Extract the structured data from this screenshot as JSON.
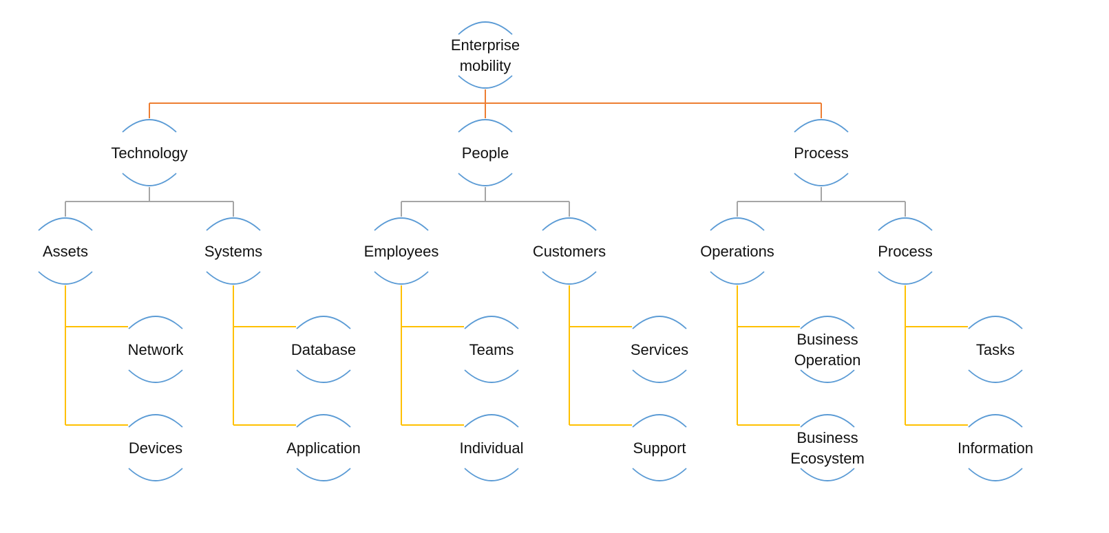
{
  "diagram": {
    "connector_colors": {
      "root": "#ed7d31",
      "level1": "#a5a5a5",
      "level2": "#ffc000",
      "node_outline": "#5b9bd5"
    },
    "root": {
      "label_lines": [
        "Enterprise",
        "mobility"
      ],
      "children": [
        {
          "label_lines": [
            "Technology"
          ],
          "children": [
            {
              "label_lines": [
                "Assets"
              ],
              "children": [
                {
                  "label_lines": [
                    "Network"
                  ]
                },
                {
                  "label_lines": [
                    "Devices"
                  ]
                }
              ]
            },
            {
              "label_lines": [
                "Systems"
              ],
              "children": [
                {
                  "label_lines": [
                    "Database"
                  ]
                },
                {
                  "label_lines": [
                    "Application"
                  ]
                }
              ]
            }
          ]
        },
        {
          "label_lines": [
            "People"
          ],
          "children": [
            {
              "label_lines": [
                "Employees"
              ],
              "children": [
                {
                  "label_lines": [
                    "Teams"
                  ]
                },
                {
                  "label_lines": [
                    "Individual"
                  ]
                }
              ]
            },
            {
              "label_lines": [
                "Customers"
              ],
              "children": [
                {
                  "label_lines": [
                    "Services"
                  ]
                },
                {
                  "label_lines": [
                    "Support"
                  ]
                }
              ]
            }
          ]
        },
        {
          "label_lines": [
            "Process"
          ],
          "children": [
            {
              "label_lines": [
                "Operations"
              ],
              "children": [
                {
                  "label_lines": [
                    "Business",
                    "Operation"
                  ]
                },
                {
                  "label_lines": [
                    "Business",
                    "Ecosystem"
                  ]
                }
              ]
            },
            {
              "label_lines": [
                "Process"
              ],
              "children": [
                {
                  "label_lines": [
                    "Tasks"
                  ]
                },
                {
                  "label_lines": [
                    "Information"
                  ]
                }
              ]
            }
          ]
        }
      ]
    }
  }
}
